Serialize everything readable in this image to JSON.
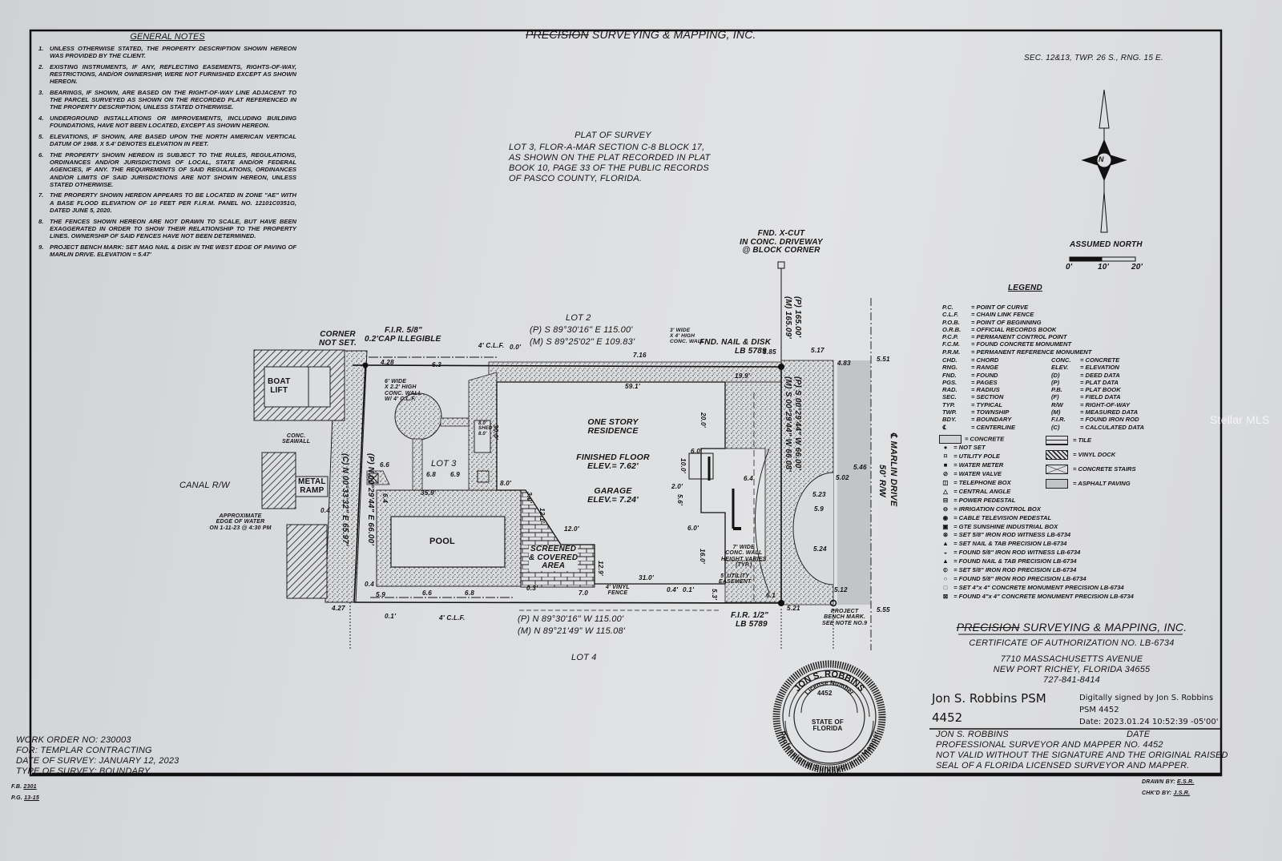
{
  "header": {
    "company_struck": "PRECISION",
    "company_rest": "SURVEYING & MAPPING, INC.",
    "section": "SEC. 12&13, TWP. 26 S., RNG. 15 E."
  },
  "notes": {
    "title": "GENERAL NOTES",
    "items": [
      {
        "num": "1.",
        "text": "Unless otherwise stated, the property description shown hereon was provided by the client."
      },
      {
        "num": "2.",
        "text": "Existing instruments, if any, reflecting easements, rights-of-way, restrictions, and/or ownership, were not furnished except as shown hereon."
      },
      {
        "num": "3.",
        "text": "Bearings, if shown, are based on the right-of-way line adjacent to the parcel surveyed as shown on the recorded plat referenced in the property description, unless stated otherwise."
      },
      {
        "num": "4.",
        "text": "Underground installations or improvements, including building foundations, have not been located, except as shown hereon."
      },
      {
        "num": "5.",
        "text": "Elevations, if shown, are based upon the North American Vertical Datum of 1988. X 5.4' denotes elevation in feet."
      },
      {
        "num": "6.",
        "text": "The property shown hereon is subject to the rules, regulations, ordinances and/or jurisdictions of local, state and/or federal agencies, if any. The requirements of said regulations, ordinances and/or limits of said jurisdictions are not shown hereon, unless stated otherwise."
      },
      {
        "num": "7.",
        "text": "The property shown hereon appears to be located in zone \"AE\" with a base flood elevation of 10 feet per F.I.R.M. panel no. 12101C0351G, dated June 5, 2020."
      },
      {
        "num": "8.",
        "text": "The fences shown hereon are not drawn to scale, but have been exaggerated in order to show their relationship to the property lines. Ownership of said fences have not been determined."
      },
      {
        "num": "9.",
        "text": "Project bench mark: set mag nail & disk in the west edge of paving of Marlin Drive. Elevation = 5.47'"
      }
    ]
  },
  "plat": {
    "title": "PLAT OF SURVEY",
    "lines": [
      "LOT 3, FLOR-A-MAR SECTION C-8 BLOCK 17,",
      "AS SHOWN ON THE PLAT RECORDED IN PLAT",
      "BOOK 10, PAGE 33 OF THE PUBLIC RECORDS",
      "OF PASCO COUNTY, FLORIDA."
    ]
  },
  "north": {
    "label": "ASSUMED NORTH",
    "letter": "N",
    "scale": [
      "0'",
      "10'",
      "20'"
    ]
  },
  "legend": {
    "title": "LEGEND",
    "abbrev_top": [
      [
        "P.C.",
        "= POINT OF CURVE"
      ],
      [
        "C.L.F.",
        "= CHAIN LINK FENCE"
      ],
      [
        "P.O.B.",
        "= POINT OF BEGINNING"
      ],
      [
        "O.R.B.",
        "= OFFICIAL RECORDS BOOK"
      ],
      [
        "P.C.P.",
        "= PERMANENT CONTROL POINT"
      ],
      [
        "F.C.M.",
        "= FOUND CONCRETE MONUMENT"
      ],
      [
        "P.R.M.",
        "= PERMANENT REFERENCE MONUMENT"
      ]
    ],
    "abbrev_left": [
      [
        "CHD.",
        "= CHORD"
      ],
      [
        "RNG.",
        "= RANGE"
      ],
      [
        "FND.",
        "= FOUND"
      ],
      [
        "PGS.",
        "= PAGES"
      ],
      [
        "RAD.",
        "= RADIUS"
      ],
      [
        "SEC.",
        "= SECTION"
      ],
      [
        "TYP.",
        "= TYPICAL"
      ],
      [
        "TWP.",
        "= TOWNSHIP"
      ],
      [
        "BDY.",
        "= BOUNDARY"
      ],
      [
        "℄",
        "= CENTERLINE"
      ]
    ],
    "abbrev_right": [
      [
        "CONC.",
        "= CONCRETE"
      ],
      [
        "ELEV.",
        "= ELEVATION"
      ],
      [
        "(D)",
        "= DEED DATA"
      ],
      [
        "(P)",
        "= PLAT DATA"
      ],
      [
        "P.B.",
        "= PLAT BOOK"
      ],
      [
        "(F)",
        "= FIELD DATA"
      ],
      [
        "R/W",
        "= RIGHT-OF-WAY"
      ],
      [
        "(M)",
        "= MEASURED DATA"
      ],
      [
        "F.I.R.",
        "= FOUND IRON ROD"
      ],
      [
        "(C)",
        "= CALCULATED DATA"
      ]
    ],
    "symbols_left": [
      {
        "icon": "concrete-swatch",
        "glyph": "",
        "text": "= CONCRETE"
      },
      {
        "icon": "not-set-icon",
        "glyph": "●",
        "text": "= NOT SET"
      },
      {
        "icon": "utility-pole-icon",
        "glyph": "⌑",
        "text": "= UTILITY POLE"
      },
      {
        "icon": "water-meter-icon",
        "glyph": "■",
        "text": "= WATER METER"
      },
      {
        "icon": "water-valve-icon",
        "glyph": "⊘",
        "text": "= WATER VALVE"
      },
      {
        "icon": "telephone-box-icon",
        "glyph": "◫",
        "text": "= TELEPHONE BOX"
      },
      {
        "icon": "central-angle-icon",
        "glyph": "△",
        "text": "= CENTRAL ANGLE"
      },
      {
        "icon": "power-pedestal-icon",
        "glyph": "⊟",
        "text": "= POWER PEDESTAL"
      },
      {
        "icon": "irrigation-box-icon",
        "glyph": "⊖",
        "text": "= IRRIGATION CONTROL BOX"
      },
      {
        "icon": "cable-tv-icon",
        "glyph": "◉",
        "text": "= CABLE TELEVISION PEDESTAL"
      },
      {
        "icon": "gte-box-icon",
        "glyph": "▣",
        "text": "= GTE SUNSHINE INDUSTRIAL BOX"
      },
      {
        "icon": "set-rod-witness-icon",
        "glyph": "⊗",
        "text": "= SET 5/8\" IRON ROD WITNESS LB-6734"
      },
      {
        "icon": "set-nail-tab-icon",
        "glyph": "▲",
        "text": "= SET NAIL & TAB PRECISION LB-6734"
      },
      {
        "icon": "found-rod-witness-icon",
        "glyph": "◒",
        "text": "= FOUND 5/8\" IRON ROD WITNESS LB-6734"
      },
      {
        "icon": "found-nail-tab-icon",
        "glyph": "▲",
        "text": "= FOUND NAIL & TAB PRECISION LB-6734"
      },
      {
        "icon": "set-rod-precision-icon",
        "glyph": "⦶",
        "text": "= SET 5/8\" IRON ROD PRECISION LB-6734"
      },
      {
        "icon": "found-rod-precision-icon",
        "glyph": "○",
        "text": "= FOUND 5/8\" IRON ROD PRECISION LB-6734"
      },
      {
        "icon": "set-monument-icon",
        "glyph": "□",
        "text": "= SET 4\"x 4\" CONCRETE MONUMENT PRECISION LB-6734"
      },
      {
        "icon": "found-monument-icon",
        "glyph": "⊠",
        "text": "= FOUND 4\"x 4\" CONCRETE MONUMENT PRECISION LB-6734"
      }
    ],
    "symbols_right": [
      {
        "icon": "tile-swatch",
        "text": "= TILE"
      },
      {
        "icon": "vinyl-dock-swatch",
        "text": "= VINYL DOCK"
      },
      {
        "icon": "concrete-stairs-swatch",
        "text": "= CONCRETE STAIRS"
      },
      {
        "icon": "asphalt-swatch",
        "text": "= ASPHALT PAVING"
      }
    ]
  },
  "drawing": {
    "lot2": "LOT 2",
    "lot3": "LOT 3",
    "lot4": "LOT 4",
    "north_p": "(P) S 89°30'16\" E 115.00'",
    "north_m": "(M) S 89°25'02\" E 109.83'",
    "south_p": "(P) N 89°30'16\" W 115.00'",
    "south_m": "(M) N 89°21'49\" W 115.08'",
    "west_p": "(P) N 00°29'44\" E 66.00'",
    "west_c": "(C) N 00°33'32\" E 65.97'",
    "east_p": "(P) S 00°29'44\" W 66.00'",
    "east_m": "(M) S 00°29'44\" W 66.08'",
    "tie_p": "(P) 165.00'",
    "tie_m": "(M) 165.09'",
    "corner_not_set": [
      "CORNER",
      "NOT SET."
    ],
    "fir_58": [
      "F.I.R. 5/8\"",
      "0.2'CAP ILLEGIBLE"
    ],
    "clf_top": "4' C.L.F.",
    "clf_bottom": "4' C.L.F.",
    "wall_3": [
      "3' WIDE",
      "X 4' HIGH",
      "CONC. WALL"
    ],
    "fnd_nail": [
      "FND. NAIL & DISK",
      "LB 5789"
    ],
    "fnd_xcut": [
      "FND. X-CUT",
      "IN CONC. DRIVEWAY",
      "@ BLOCK CORNER"
    ],
    "wall_6": [
      "6' WIDE",
      "X 2.2' HIGH",
      "CONC. WALL",
      "W/ 4' C.L.F."
    ],
    "boat_lift": [
      "BOAT",
      "LIFT"
    ],
    "seawall": [
      "CONC.",
      "SEAWALL"
    ],
    "canal": "CANAL R/W",
    "metal_ramp": [
      "METAL",
      "RAMP"
    ],
    "water_edge": [
      "APPROXIMATE",
      "EDGE OF WATER",
      "ON 1-11-23 @ 4:30 PM"
    ],
    "shed": [
      "8.0'",
      "SHED",
      "8.0'"
    ],
    "pool": "POOL",
    "screened": [
      "SCREENED",
      "& COVERED",
      "AREA"
    ],
    "residence": [
      "ONE STORY",
      "RESIDENCE"
    ],
    "finished_floor": [
      "FINISHED FLOOR",
      "ELEV.= 7.62'"
    ],
    "garage": [
      "GARAGE",
      "ELEV.= 7.24'"
    ],
    "wall_7": [
      "7' WIDE",
      "CONC. WALL",
      "HEIGHT VARIES",
      "(TYP.)"
    ],
    "easement": [
      "5' UTILITY",
      "EASEMENT"
    ],
    "vinyl_fence": [
      "4' VINYL",
      "FENCE"
    ],
    "fir_12": [
      "F.I.R. 1/2\"",
      "LB 5789"
    ],
    "bench_mark": [
      "PROJECT",
      "BENCH MARK.",
      "SEE NOTE NO.9"
    ],
    "road": [
      "℄ MARLIN DRIVE",
      "50' R/W"
    ],
    "dims": {
      "d59": "59.1'",
      "d30": "30.0'",
      "d20": "20.0'",
      "d16": "16.0'",
      "d12": "12.0'",
      "d129": "12.9'",
      "d31": "31.0'",
      "d8": "8.0'",
      "d359": "35.9'",
      "d199": "19.9'",
      "d716": "7.16",
      "d10": "10.0'",
      "d6a": "6.0'",
      "d6b": "6.0'",
      "d2": "2.0'",
      "d56": "5.6'",
      "d53": "5.3'",
      "d61": "6.1",
      "d70": "7.0",
      "d03": "0.3'",
      "d04": "0.4'",
      "d01": "0.1'",
      "d01b": "0.1'",
      "d00": "0.0'",
      "d3": "3.0'",
      "d121": "12.1'",
      "d04b": "0.4",
      "d04c": "0.4"
    },
    "elevs": {
      "e63": "6.3",
      "e428": "4.28",
      "e66": "6.6",
      "e68": "6.8",
      "e69": "6.9",
      "e64": "6.4",
      "e427": "4.27",
      "e59": "5.9",
      "e66b": "6.6",
      "e68b": "6.8",
      "e64b": "6.4",
      "e585": "5.85",
      "e517": "5.17",
      "e483": "4.83",
      "e551": "5.51",
      "e546": "5.46",
      "e502": "5.02",
      "e523": "5.23",
      "e59b": "5.9",
      "e524": "5.24",
      "e512": "5.12",
      "e521": "5.21",
      "e555": "5.55"
    }
  },
  "company": {
    "struck": "PRECISION",
    "rest": "SURVEYING & MAPPING, INC.",
    "cert": "CERTIFICATE OF AUTHORIZATION NO. LB-6734",
    "address1": "7710 MASSACHUSETTS AVENUE",
    "address2": "NEW PORT RICHEY, FLORIDA 34655",
    "phone": "727-841-8414"
  },
  "signature": {
    "name_line1": "Jon S. Robbins PSM",
    "name_line2": "4452",
    "digital1": "Digitally signed by Jon S. Robbins",
    "digital2": "PSM 4452",
    "digital3": "Date: 2023.01.24 10:52:39 -05'00'",
    "printed_name": "JON S. ROBBINS",
    "date_label": "DATE",
    "title": "PROFESSIONAL SURVEYOR AND MAPPER NO. 4452",
    "disclaimer1": "NOT VALID WITHOUT THE SIGNATURE AND THE ORIGINAL RAISED",
    "disclaimer2": "SEAL OF A FLORIDA LICENSED SURVEYOR AND MAPPER."
  },
  "seal": {
    "name": "JON S. ROBBINS",
    "license_label": "License Number",
    "license": "4452",
    "state": [
      "STATE OF",
      "FLORIDA"
    ],
    "profession": "Professional Surveyor and Mapper"
  },
  "work": {
    "order": "WORK ORDER NO: 230003",
    "for": "FOR: TEMPLAR CONTRACTING",
    "date": "DATE OF SURVEY: JANUARY 12, 2023",
    "type": "TYPE OF SURVEY: BOUNDARY"
  },
  "footer": {
    "fb_label": "F.B.",
    "fb": "2301",
    "pg_label": "P.G.",
    "pg": "13-15",
    "drawn_label": "DRAWN BY:",
    "drawn": "E.S.R.",
    "checked_label": "CHK'D BY:",
    "checked": "J.S.R."
  },
  "watermark": "Stellar MLS"
}
